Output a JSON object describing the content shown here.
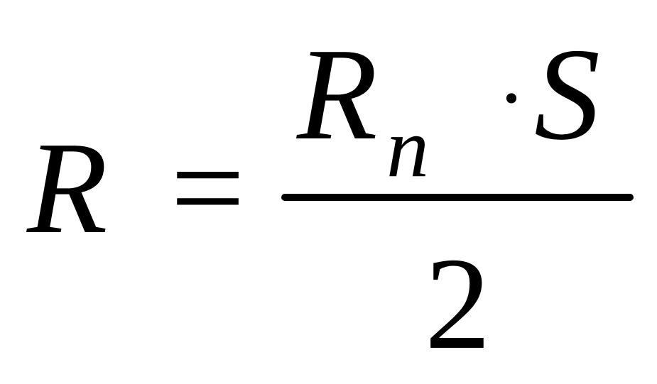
{
  "formula": {
    "lhs": "R",
    "equals": "=",
    "numerator": {
      "var": "R",
      "subscript": "n",
      "operator": "·",
      "var2": "S"
    },
    "denominator": "2"
  }
}
